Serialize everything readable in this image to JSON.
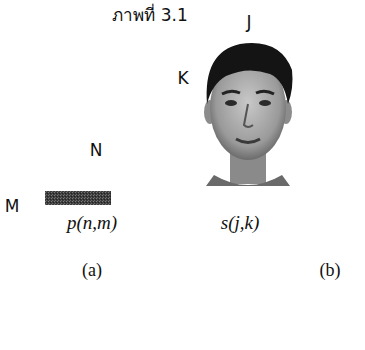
{
  "diagram": {
    "title": "ภาพที่ 3.1",
    "labels": [
      "J",
      "K",
      "N",
      "M",
      "p(n,m)",
      "s(j,k)",
      "(a)",
      "(b)"
    ]
  }
}
